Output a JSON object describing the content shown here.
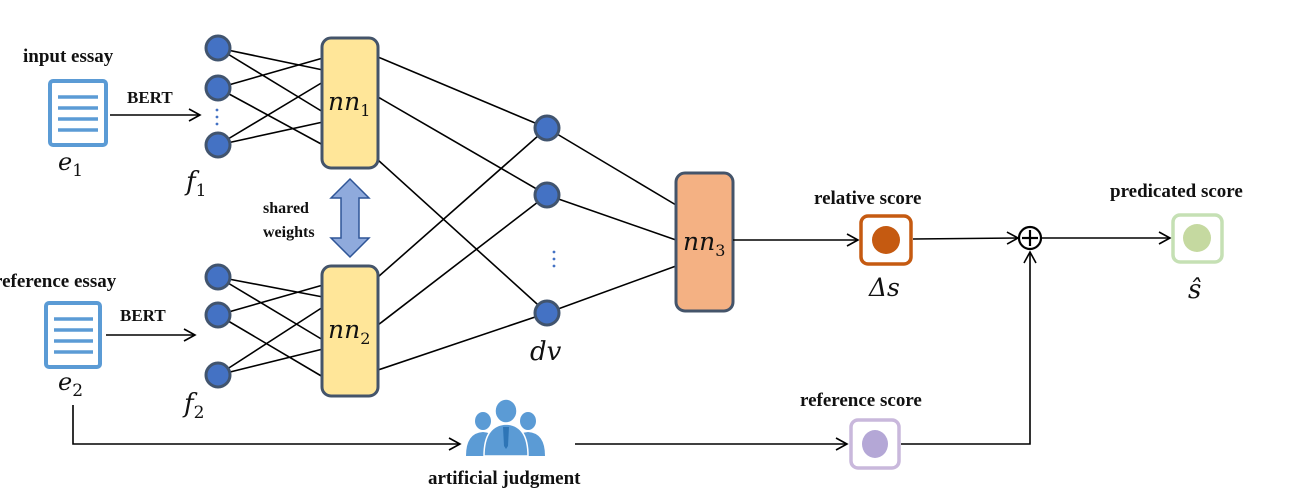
{
  "diagram": {
    "inputs": [
      {
        "id": "input",
        "title": "input essay",
        "symbol": "e",
        "subscript": "1",
        "encoder": "BERT",
        "feature_symbol": "f",
        "feature_subscript": "1",
        "network": "nn",
        "network_subscript": "1"
      },
      {
        "id": "reference",
        "title": "reference essay",
        "symbol": "e",
        "subscript": "2",
        "encoder": "BERT",
        "feature_symbol": "f",
        "feature_subscript": "2",
        "network": "nn",
        "network_subscript": "2"
      }
    ],
    "shared_weights_label": [
      "shared",
      "weights"
    ],
    "difference_vector_label": "dv",
    "comparison_network": {
      "name": "nn",
      "subscript": "3"
    },
    "relative_score": {
      "title": "relative score",
      "symbol": "Δs"
    },
    "combine_operator": "⊕",
    "predicted_score": {
      "title": "predicated score",
      "symbol": "ŝ"
    },
    "reference_score": {
      "title": "reference score"
    },
    "artificial_judgment": {
      "title": "artificial judgment"
    },
    "colors": {
      "node_fill": "#4472C4",
      "node_border": "#41546E",
      "nn_box_fill": "#FFE699",
      "nn3_box_fill": "#F4B183",
      "box_border": "#44546A",
      "shared_arrow": "#8FAADC",
      "doc_icon": "#5B9BD5",
      "relative_score": "#C55A11",
      "predicted_score": "#C5D9A0",
      "predicted_score_border": "#C5E0B4",
      "reference_score": "#B4A7D6",
      "reference_score_border": "#C9B8DC",
      "people_icon": "#5B9BD5"
    }
  }
}
